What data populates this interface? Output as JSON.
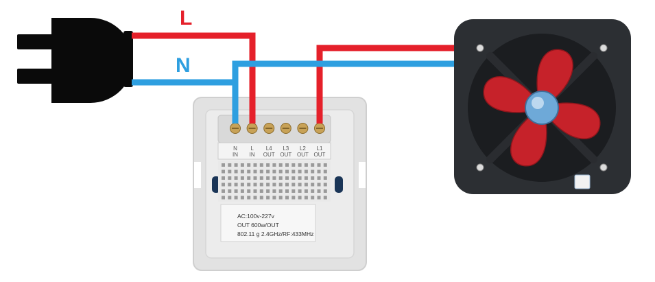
{
  "colors": {
    "live_wire": "#e5202a",
    "neutral_wire": "#2e9fe0",
    "plug": "#0a0a0a",
    "switch_body": "#e2e2e2",
    "fan_frame": "#2c2f33",
    "fan_blade": "#c6222a",
    "fan_hub": "#6ea9d8"
  },
  "wires": {
    "live_label": "L",
    "neutral_label": "N"
  },
  "switch": {
    "terminals": [
      {
        "top": "N",
        "bottom": "IN"
      },
      {
        "top": "L",
        "bottom": "IN"
      },
      {
        "top": "L4",
        "bottom": "OUT"
      },
      {
        "top": "L3",
        "bottom": "OUT"
      },
      {
        "top": "L2",
        "bottom": "OUT"
      },
      {
        "top": "L1",
        "bottom": "OUT"
      }
    ],
    "spec_lines": [
      "AC:100v-227v",
      "OUT 600w/OUT",
      "802.11 g 2.4GHz/RF:433MHz"
    ]
  },
  "fan": {
    "badge_icon": "certification-sticker-icon"
  }
}
